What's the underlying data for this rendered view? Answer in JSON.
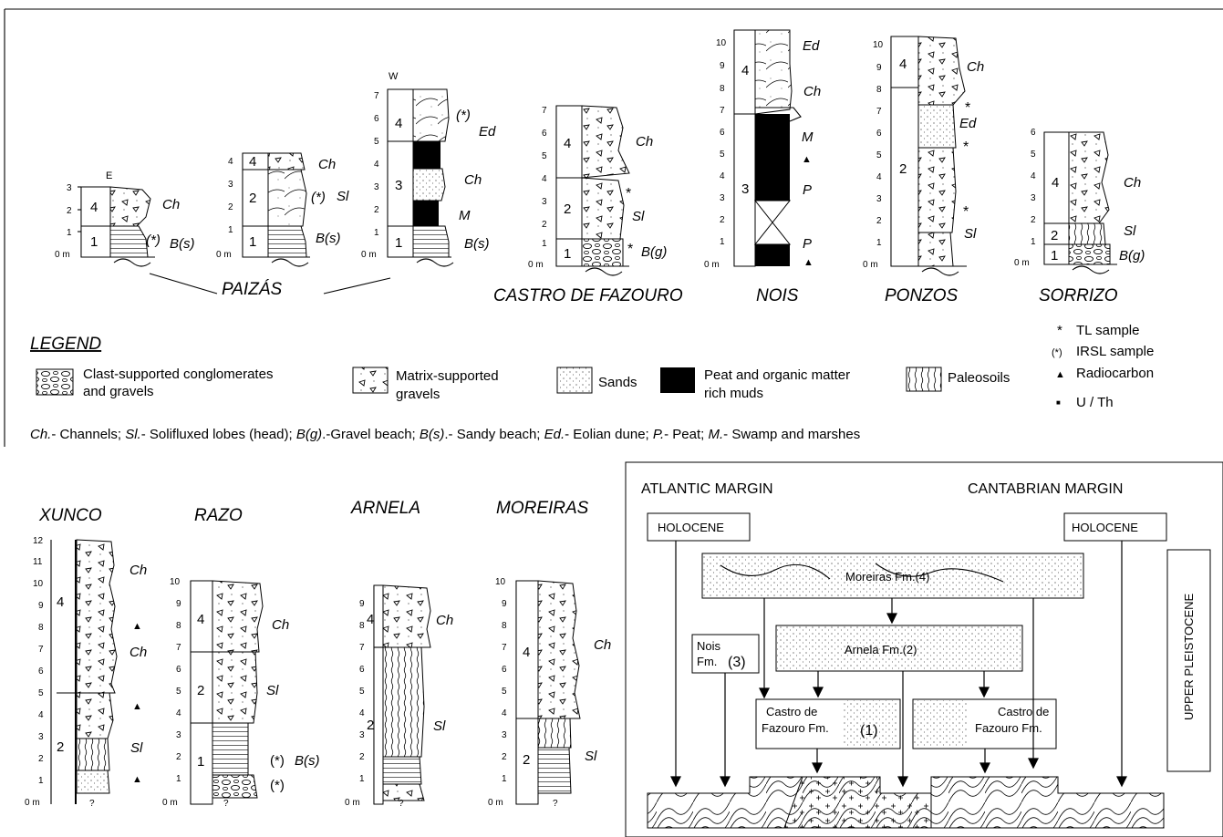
{
  "sites_top": {
    "paizas": "PAIZÁS",
    "east": "E",
    "west": "W",
    "castro": "CASTRO DE FAZOURO",
    "nois": "NOIS",
    "ponzos": "PONZOS",
    "sorrizo": "SORRIZO"
  },
  "sites_bottom": {
    "xunco": "XUNCO",
    "razo": "RAZO",
    "arnela": "ARNELA",
    "moreiras": "MOREIRAS"
  },
  "axis_zero": "0 m",
  "unknown_base": "?",
  "facies": {
    "ch": "Ch",
    "sl": "Sl",
    "bs": "B(s)",
    "bg": "B(g)",
    "ed": "Ed",
    "m": "M",
    "p": "P"
  },
  "markers": {
    "tl": "*",
    "irsl": "(*)",
    "radiocarbon": "▲"
  },
  "legend": {
    "title": "LEGEND",
    "clast_line1": "Clast-supported conglomerates",
    "clast_line2": "and gravels",
    "matrix_line1": "Matrix-supported",
    "matrix_line2": "gravels",
    "sands": "Sands",
    "peat_line1": "Peat and organic matter",
    "peat_line2": "rich muds",
    "paleosoils": "Paleosoils",
    "tl_sample": "TL sample",
    "irsl_sample": "IRSL sample",
    "radiocarbon": "Radiocarbon",
    "uth": "U / Th",
    "tl_symbol": "*",
    "irsl_symbol": "(*)",
    "radio_symbol": "▲",
    "uth_symbol": "■"
  },
  "abbreviations": [
    {
      "code": "Ch.",
      "text": "- Channels; "
    },
    {
      "code": "Sl.",
      "text": "- Solifluxed lobes (head); "
    },
    {
      "code": "B(g)",
      "text": ".-Gravel beach; "
    },
    {
      "code": "B(s)",
      "text": ".- Sandy beach; "
    },
    {
      "code": "Ed.",
      "text": "- Eolian dune; "
    },
    {
      "code": "P.",
      "text": "- Peat; "
    },
    {
      "code": "M.",
      "text": "- Swamp and marshes"
    }
  ],
  "stratigraphy": {
    "atlantic": "ATLANTIC MARGIN",
    "cantabrian": "CANTABRIAN MARGIN",
    "holocene_left": "HOLOCENE",
    "holocene_right": "HOLOCENE",
    "upper_pleistocene": "UPPER PLEISTOCENE",
    "moreiras": "Moreiras Fm.(4)",
    "arnela": "Arnela Fm.(2)",
    "nois_line1": "Nois",
    "nois_line2": "Fm.",
    "nois_num": "(3)",
    "castro_left_line1": "Castro de",
    "castro_left_line2": "Fazouro Fm.",
    "castro_left_num": "(1)",
    "castro_right_line1": "Castro de",
    "castro_right_line2": "Fazouro Fm."
  }
}
